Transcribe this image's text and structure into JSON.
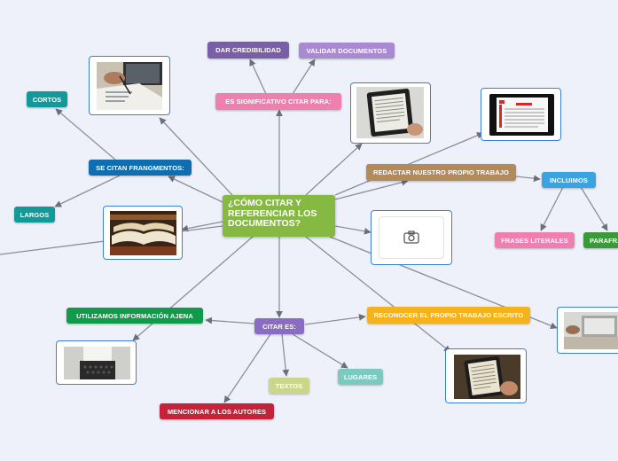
{
  "central": {
    "title": "¿CÓMO CITAR Y REFERENCIAR LOS DOCUMENTOS?"
  },
  "nodes": {
    "dar_credibilidad": "DAR CREDIBILIDAD",
    "validar_documentos": "VALIDAR DOCUMENTOS",
    "es_significativo": "ES SIGNIFICATIVO CITAR PARA:",
    "cortos": "CORTOS",
    "se_citan_fragmentos": "SE CITAN FRANGMENTOS:",
    "largos": "LARGOS",
    "redactar": "REDACTAR NUESTRO PROPIO TRABAJO",
    "incluimos": "INCLUIMOS",
    "frases_literales": "FRASES LITERALES",
    "parafrasis": "PARAFRASIS",
    "utilizamos": "UTILIZAMOS INFORMACIÓN AJENA",
    "citar_es": "CITAR ES:",
    "reconocer": "RECONOCER EL PROPIO TRABAJO ESCRITO",
    "textos": "TEXTOS",
    "lugares": "LUGARES",
    "mencionar": "MENCIONAR A LOS AUTORES"
  },
  "colors": {
    "central": "#86b942",
    "purple": "#7a5ea8",
    "lavender": "#a98ad0",
    "pink": "#ee7fae",
    "teal": "#12999a",
    "blue_dark": "#0f6db0",
    "brown": "#b38a5a",
    "sky": "#3aa3e0",
    "green": "#3a9a3a",
    "green_dark": "#109a4a",
    "violet": "#8a6cc0",
    "orange": "#f4b21c",
    "olive": "#cbd68a",
    "mint": "#7cc9c2",
    "red": "#c4233a",
    "connector": "#8a8f9c",
    "image_border": "#3b7fd6"
  },
  "icons": {
    "placeholder": "camera-icon"
  }
}
